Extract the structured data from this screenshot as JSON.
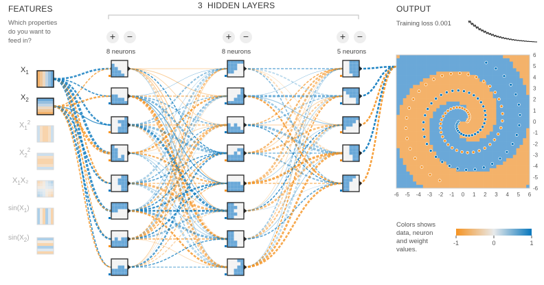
{
  "features": {
    "title": "FEATURES",
    "subtitle_lines": [
      "Which properties",
      "do you want to",
      "feed in?"
    ],
    "items": [
      {
        "base": "X",
        "sub": "1",
        "sup": "",
        "tail": "",
        "active": true,
        "pattern": "x1"
      },
      {
        "base": "X",
        "sub": "2",
        "sup": "",
        "tail": "",
        "active": true,
        "pattern": "x2"
      },
      {
        "base": "X",
        "sub": "1",
        "sup": "2",
        "tail": "",
        "active": false,
        "pattern": "x1sq"
      },
      {
        "base": "X",
        "sub": "2",
        "sup": "2",
        "tail": "",
        "active": false,
        "pattern": "x2sq"
      },
      {
        "base": "X",
        "sub": "1",
        "sup": "",
        "tail": "X₂",
        "active": false,
        "pattern": "x1x2"
      },
      {
        "base": "sin(X",
        "sub": "1",
        "sup": "",
        "tail": ")",
        "active": false,
        "pattern": "sin1"
      },
      {
        "base": "sin(X",
        "sub": "2",
        "sup": "",
        "tail": ")",
        "active": false,
        "pattern": "sin2"
      }
    ]
  },
  "hidden": {
    "title_count": "3",
    "title_text": "HIDDEN LAYERS",
    "layers": [
      {
        "label": "8 neurons",
        "count": 8
      },
      {
        "label": "8 neurons",
        "count": 8
      },
      {
        "label": "5 neurons",
        "count": 5
      }
    ],
    "plus_symbol": "+",
    "minus_symbol": "−"
  },
  "output": {
    "title": "OUTPUT",
    "training_loss_label": "Training loss",
    "training_loss_value": "0.001",
    "x_ticks": [
      "-6",
      "-5",
      "-4",
      "-3",
      "-2",
      "-1",
      "0",
      "1",
      "2",
      "3",
      "4",
      "5",
      "6"
    ],
    "y_ticks": [
      "6",
      "5",
      "4",
      "3",
      "2",
      "1",
      "0",
      "-1",
      "-2",
      "-3",
      "-4",
      "-5",
      "-6"
    ]
  },
  "legend": {
    "lines": [
      "Colors shows",
      "data, neuron",
      "and weight",
      "values."
    ],
    "ticks": [
      "-1",
      "0",
      "1"
    ]
  },
  "colors": {
    "orange": "#f59322",
    "blue": "#0877bd",
    "orange_fill": "#f4b26a",
    "blue_fill": "#6aa8d8"
  }
}
